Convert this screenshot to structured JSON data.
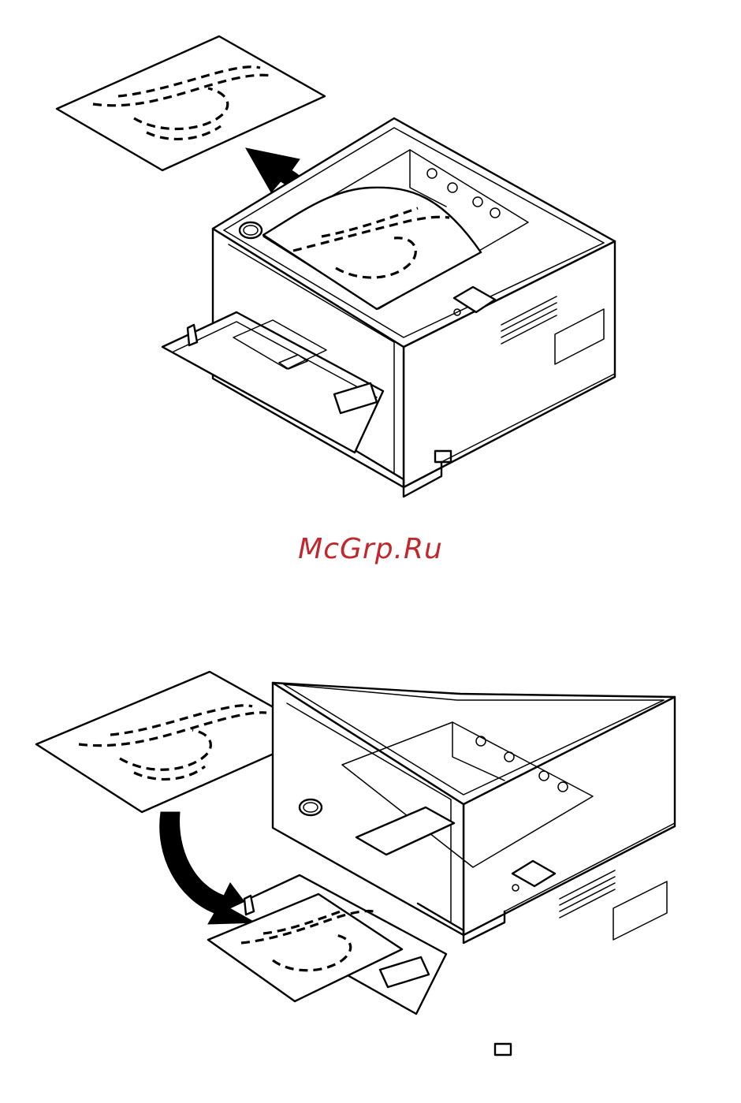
{
  "watermark": {
    "text": "McGrp.Ru",
    "color": "#c0282d"
  },
  "figures": [
    {
      "step": "remove-sheet-from-output-tray",
      "arrow_direction": "up-out"
    },
    {
      "step": "load-sheet-into-multipurpose-tray",
      "arrow_direction": "down-in"
    }
  ]
}
